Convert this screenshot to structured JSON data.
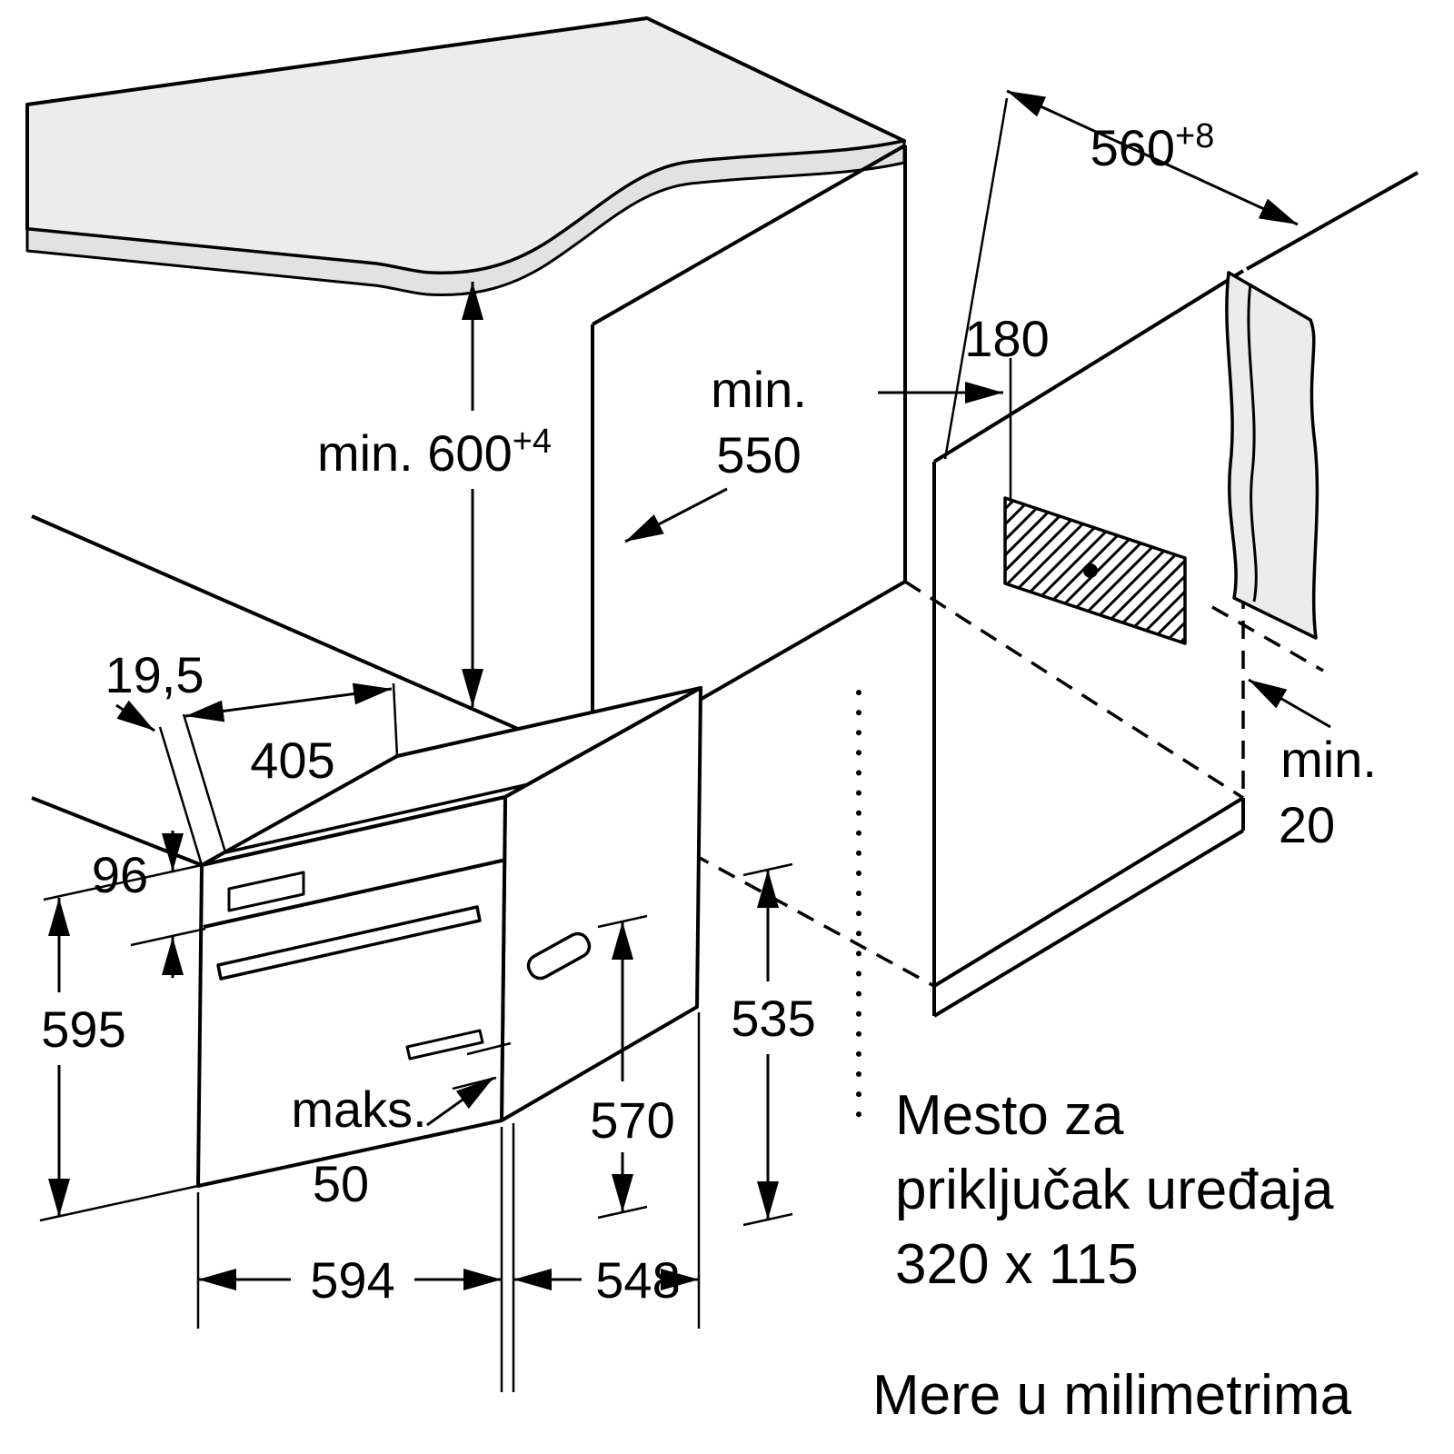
{
  "colors": {
    "line": "#000000",
    "surface": "#ececec",
    "band": "#e2e2e2",
    "wall": "#ececec"
  },
  "dims": {
    "niche_height": {
      "value": "min. 600",
      "sup": "+4"
    },
    "niche_depth": {
      "line1": "min.",
      "line2": "550"
    },
    "niche_width": {
      "value": "560",
      "sup": "+8"
    },
    "connection_offset": {
      "value": "180"
    },
    "rear_gap": {
      "line1": "min.",
      "line2": "20"
    },
    "front_overhang": {
      "value": "19,5"
    },
    "top_depth": {
      "value": "405"
    },
    "panel_height": {
      "value": "96"
    },
    "oven_height": {
      "value": "595"
    },
    "handle_clearance": {
      "line1": "maks.",
      "line2": "50"
    },
    "body_height": {
      "value": "570"
    },
    "body_depth": {
      "value": "535"
    },
    "oven_width": {
      "value": "594"
    },
    "body_width": {
      "value": "548"
    }
  },
  "notes": {
    "connection_area": {
      "line1": "Mesto za",
      "line2": "priključak uređaja",
      "line3": "320 x 115"
    },
    "units": "Mere u milimetrima"
  }
}
